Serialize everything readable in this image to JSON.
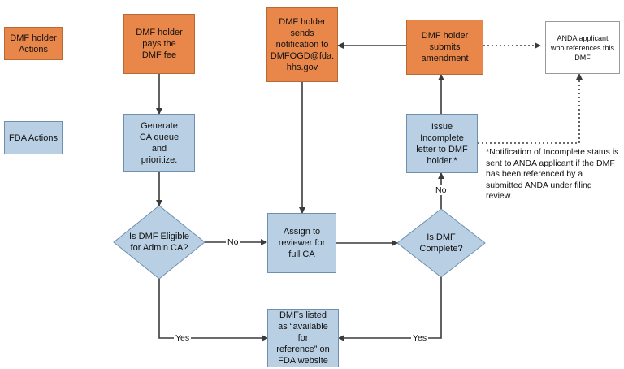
{
  "lanes": {
    "holder_label": "DMF holder Actions",
    "fda_label": "FDA Actions"
  },
  "boxes": {
    "pays_fee": "DMF holder pays the DMF fee",
    "sends_notification": "DMF holder sends notification to DMFOGD@fda. hhs.gov",
    "submits_amendment": "DMF holder submits amendment",
    "anda_applicant": "ANDA applicant who references this DMF",
    "generate_queue": "Generate CA queue  and prioritize.",
    "issue_incomplete": "Issue Incomplete letter to DMF holder.*",
    "assign_reviewer": "Assign to reviewer for full CA",
    "dmfs_listed": "DMFs listed as “available for reference” on FDA website"
  },
  "decisions": {
    "eligible": "Is DMF Eligible for Admin CA?",
    "complete": "Is DMF Complete?"
  },
  "edge_labels": {
    "eligible_no": "No",
    "eligible_yes": "Yes",
    "complete_no": "No",
    "complete_yes": "Yes"
  },
  "footnote": "*Notification of Incomplete status is sent to ANDA applicant if the DMF has been referenced by a submitted ANDA under filing review.",
  "colors": {
    "holder_fill": "#e9874a",
    "fda_fill": "#b8cfe4",
    "line": "#3a3a3a"
  }
}
